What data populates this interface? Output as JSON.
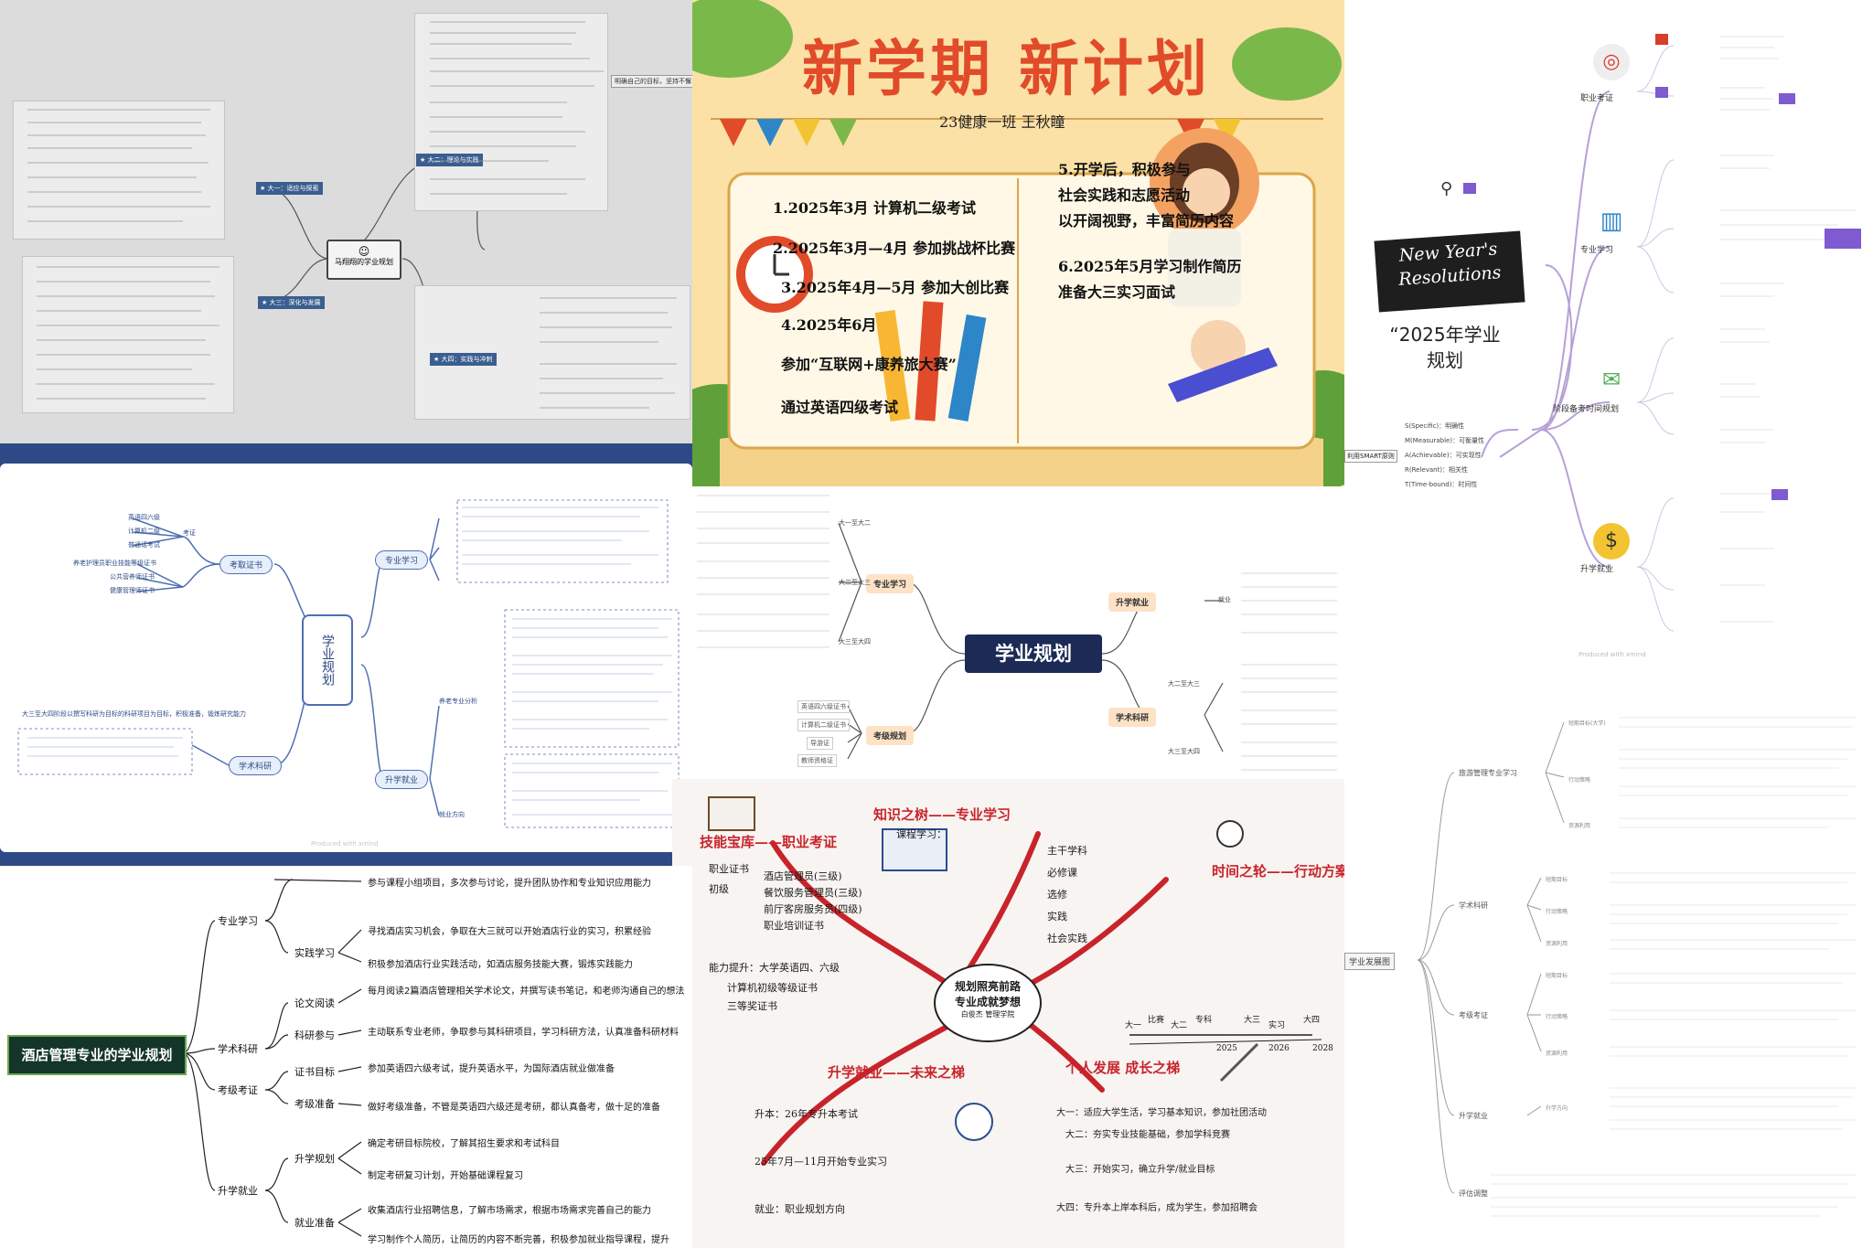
{
  "p1": {
    "center": "马翔翔的学业规划",
    "branches": [
      {
        "label": "★ 大二：理论与实践"
      },
      {
        "label": "★ 大一：适应与探索"
      },
      {
        "label": "★ 大三：深化与发展"
      },
      {
        "label": "★ 大四：实践与冲刺"
      }
    ],
    "side_note": "明确自己的目标，坚持不懈"
  },
  "p2": {
    "title": "新学期 新计划",
    "subtitle": "23健康一班    王秋瞳",
    "items": [
      "1.2025年3月 计算机二级考试",
      "2.2025年3月—4月 参加挑战杯比赛",
      "3.2025年4月—5月 参加大创比赛",
      "4.2025年6月",
      "参加“互联网+康养旅大赛”",
      "通过英语四级考试",
      "5.开学后，积极参与",
      "社会实践和志愿活动",
      "以开阔视野，丰富简历内容",
      "6.2025年5月学习制作简历",
      "准备大三实习面试"
    ]
  },
  "p3": {
    "badge_line1": "New Year's",
    "badge_line2": "Resolutions",
    "title": "“2025年学业规划",
    "branches": [
      "职业考证",
      "专业学习",
      "阶段备考时间规划",
      "升学就业"
    ],
    "smart_root": "利用SMART原则",
    "smart": [
      "S(Specific)：明确性",
      "M(Measurable)：可衡量性",
      "A(Achievable)：可实现性",
      "R(Relevant)：相关性",
      "T(Time-bound)：时间性"
    ],
    "watermark": "Produced with xmind"
  },
  "p4": {
    "center": "学业规划",
    "left_nodes": [
      "考取证书",
      "学术科研"
    ],
    "right_nodes": [
      "专业学习",
      "升学就业"
    ],
    "cert_label": "考证",
    "certs": [
      "英语四六级",
      "计算机二级",
      "普通话考试",
      "养老护理员职业技能等级证书",
      "公共营养师证书",
      "健康管理师证书"
    ],
    "research_text": "大三至大四阶段以撰写科研为目标的科研项目为目标，积极准备，锻炼研究能力",
    "right_sub": [
      "养老专业分析",
      "就业方向"
    ],
    "watermark": "Produced with xmind"
  },
  "p5": {
    "center": "学业规划",
    "left_nodes": [
      "专业学习",
      "考级规划"
    ],
    "right_nodes": [
      "升学就业",
      "学术科研"
    ],
    "left_leaves": [
      "英语四六级证书",
      "计算机二级证书",
      "导游证",
      "教师资格证"
    ],
    "year_labels": [
      "大一至大二",
      "大二至大三",
      "大三至大四"
    ],
    "right_leaves": [
      "就业",
      "大二至大三",
      "大三至大四"
    ]
  },
  "p6": {
    "center_l1": "规划照亮前路",
    "center_l2": "专业成就梦想",
    "center_l3": "白俊杰 管理学院",
    "cert_title": "技能宝库——职业考证",
    "study_title": "知识之树——专业学习",
    "time_title": "时间之轮——行动方案",
    "career_title": "升学就业——未来之梯",
    "growth_title": "个人发展 成长之梯",
    "course_label": "课程学习：",
    "certs": [
      "职业证书",
      "初级",
      "酒店管理员(三级)",
      "餐饮服务管理员(三级)",
      "前厅客房服务员(四级)",
      "职业培训证书"
    ],
    "subjects": [
      "主干学科",
      "必修课",
      "选修",
      "实践",
      "社会实践"
    ],
    "timeline": [
      "大一",
      "比赛",
      "大二",
      "专科",
      "2025",
      "大三",
      "实习",
      "2026",
      "大四",
      "2028"
    ],
    "texts": [
      "能力提升：大学英语四、六级",
      "计算机初级等级证书",
      "三等奖证书",
      "升本：26年专升本考试",
      "25年7月—11月开始专业实习",
      "就业：职业规划方向",
      "大一：适应大学生活，学习基本知识，参加社团活动",
      "大二：夯实专业技能基础，参加学科竞赛",
      "大三：开始实习，确立升学/就业目标",
      "大四：专升本上岸本科后，成为学生，参加招聘会"
    ]
  },
  "p7": {
    "center": "酒店管理专业的学业规划",
    "groups": [
      {
        "label": "专业学习",
        "subs": [
          "实践学习"
        ]
      },
      {
        "label": "学术科研",
        "subs": [
          "论文阅读",
          "科研参与"
        ]
      },
      {
        "label": "考级考证",
        "subs": [
          "证书目标",
          "考级准备"
        ]
      },
      {
        "label": "升学就业",
        "subs": [
          "升学规划",
          "就业准备"
        ]
      }
    ],
    "rows": [
      "参与课程小组项目，多次参与讨论，提升团队协作和专业知识应用能力",
      "寻找酒店实习机会，争取在大三就可以开始酒店行业的实习，积累经验",
      "积极参加酒店行业实践活动，如酒店服务技能大赛，锻炼实践能力",
      "每月阅读2篇酒店管理相关学术论文，并撰写读书笔记，和老师沟通自己的想法",
      "主动联系专业老师，争取参与其科研项目，学习科研方法，认真准备科研材料",
      "参加英语四六级考试，提升英语水平，为国际酒店就业做准备",
      "做好考级准备，不管是英语四六级还是考研，都认真备考，做十足的准备",
      "确定考研目标院校，了解其招生要求和考试科目",
      "制定考研复习计划，开始基础课程复习",
      "收集酒店行业招聘信息，了解市场需求，根据市场需求完善自己的能力",
      "学习制作个人简历，让简历的内容不断完善，积极参加就业指导课程，提升"
    ]
  },
  "p8": {
    "root": "学业发展图",
    "branches": [
      "旅游管理专业学习",
      "学术科研",
      "考级考证",
      "升学就业",
      "评估调整"
    ],
    "sub_labels": [
      "短期目标(大学)",
      "行动策略",
      "资源利用",
      "短期目标",
      "行动策略",
      "资源利用",
      "短期目标",
      "行动策略",
      "资源利用",
      "升学方向"
    ]
  }
}
